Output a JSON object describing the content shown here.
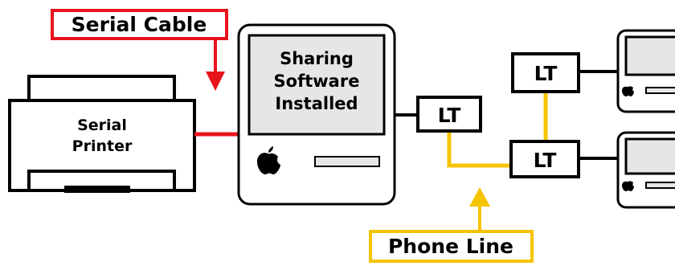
{
  "callouts": {
    "serial_cable": "Serial Cable",
    "phone_line": "Phone Line"
  },
  "printer": {
    "label_line1": "Serial",
    "label_line2": "Printer"
  },
  "host": {
    "screen_line1": "Sharing",
    "screen_line2": "Software",
    "screen_line3": "Installed"
  },
  "connectors": {
    "host_lt": "LT",
    "upper_lt": "LT",
    "lower_lt": "LT"
  },
  "colors": {
    "serial_cable": "#e8141c",
    "phone_line": "#f5c400",
    "screen": "#e6e6e6",
    "outline": "#000000"
  }
}
